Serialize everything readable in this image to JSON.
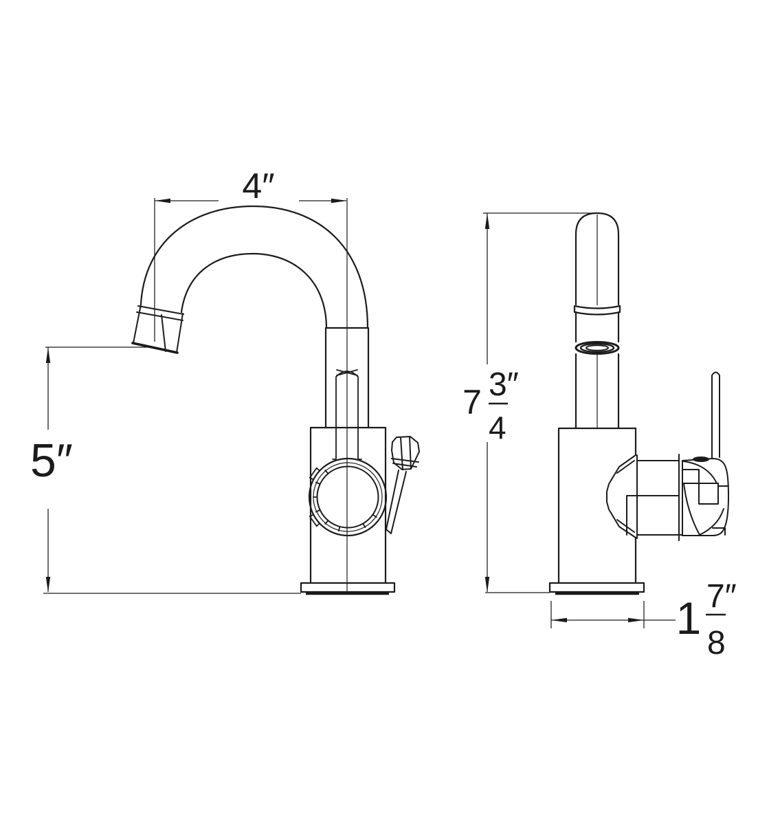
{
  "canvas": {
    "background": "#ffffff",
    "line_color": "#1b1b1d"
  },
  "dimensions": {
    "spout_reach": {
      "label": "4″"
    },
    "spout_height": {
      "label": "5″"
    },
    "overall_height": {
      "whole": "7",
      "numerator": "3″",
      "denominator": "4"
    },
    "base_width": {
      "whole": "1",
      "numerator": "7″",
      "denominator": "8"
    }
  }
}
